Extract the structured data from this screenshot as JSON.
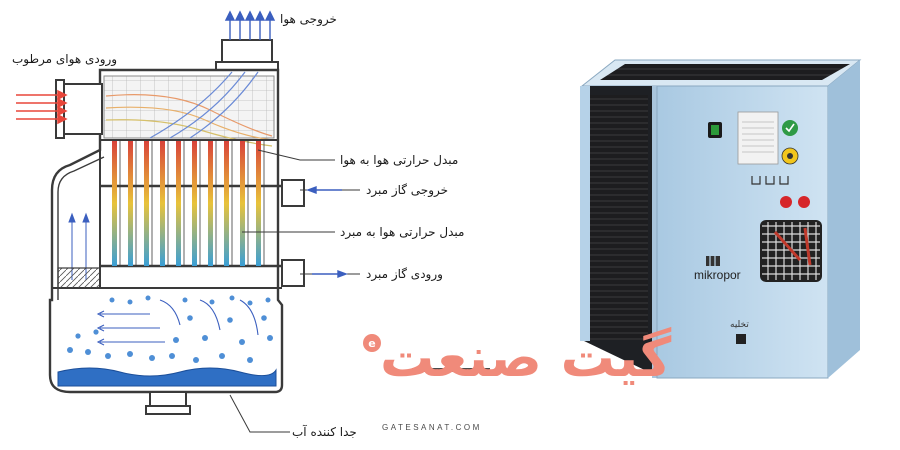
{
  "diagram": {
    "labels": {
      "air_outlet": "خروجی هوا",
      "wet_air_inlet": "ورودی هوای مرطوب",
      "air_to_air_exchanger": "مبدل حرارتی هوا به هوا",
      "refrigerant_gas_outlet": "خروجی گاز مبرد",
      "air_to_refrigerant_exchanger": "مبدل حرارتی هوا به مبرد",
      "refrigerant_gas_inlet": "ورودی گاز مبرد",
      "water_separator": "جدا کننده آب"
    },
    "colors": {
      "outline": "#3a3a3a",
      "hot_arrow": "#e8463a",
      "cold_arrow": "#3b5fbf",
      "water": "#2f6fc4",
      "drop": "#4f8fd6"
    }
  },
  "dryer": {
    "brand": "mikropor",
    "drain_label": "تخلیه",
    "body_color": "#bcd8ec"
  },
  "watermark": {
    "text_fa": "گیت صنعت",
    "text_en": "GATESANAT.COM",
    "colors": {
      "main": "#f08a7a",
      "dark": "#4a4a4a"
    }
  }
}
